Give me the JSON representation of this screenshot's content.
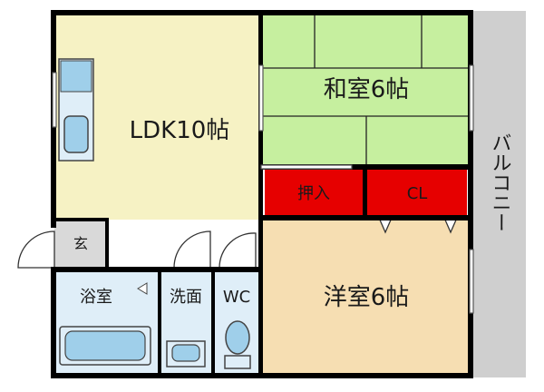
{
  "rooms": {
    "ldk": "LDK10帖",
    "washitsu": "和室6帖",
    "yoshitsu": "洋室6帖",
    "oshiire": "押入",
    "closet": "CL",
    "genkan": "玄",
    "bath": "浴室",
    "washroom": "洗面",
    "toilet": "WC",
    "balcony": "バルコニー"
  },
  "colors": {
    "ldk": "#f6f2c4",
    "washitsu": "#c6ef9f",
    "yoshitsu": "#f6deb2",
    "storage": "#e60000",
    "wet": "#dfeef8",
    "fixture": "#9fcfea",
    "balcony": "#cfcfcf",
    "genkan": "#d9d9d9",
    "wall": "#000000"
  }
}
